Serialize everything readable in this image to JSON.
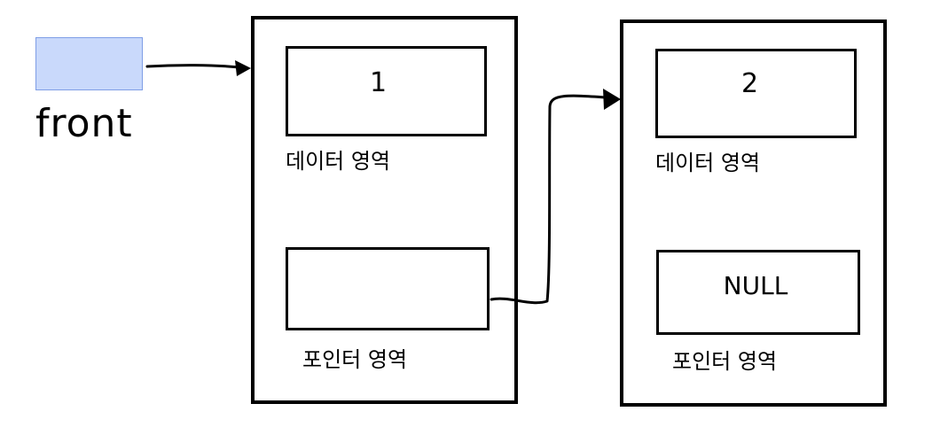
{
  "front": {
    "label": "front",
    "box_fill": "#c9d9fb",
    "box_border": "#7f9ee6"
  },
  "nodes": [
    {
      "data_value": "1",
      "data_label": "데이터 영역",
      "pointer_value": "",
      "pointer_label": "포인터 영역"
    },
    {
      "data_value": "2",
      "data_label": "데이터 영역",
      "pointer_value": "NULL",
      "pointer_label": "포인터 영역"
    }
  ]
}
